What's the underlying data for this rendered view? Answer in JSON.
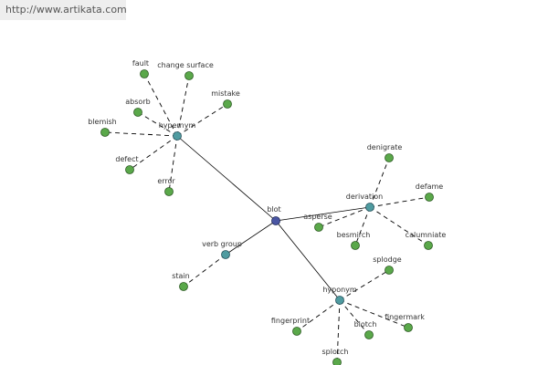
{
  "watermark": "http://www.artikata.com",
  "colors": {
    "leaf": "#5aa84a",
    "hub": "#4f9ba0",
    "center": "#4a56a3",
    "edge": "#000000",
    "watermark_bg": "#eeeeee"
  },
  "nodes": [
    {
      "id": "blot",
      "label": "blot",
      "kind": "center"
    },
    {
      "id": "hypernym",
      "label": "hypernym",
      "kind": "hub"
    },
    {
      "id": "derivation",
      "label": "derivation",
      "kind": "hub"
    },
    {
      "id": "verb_group",
      "label": "verb group",
      "kind": "hub"
    },
    {
      "id": "hyponym",
      "label": "hyponym",
      "kind": "hub"
    },
    {
      "id": "fault",
      "label": "fault",
      "kind": "leaf"
    },
    {
      "id": "change_surface",
      "label": "change surface",
      "kind": "leaf"
    },
    {
      "id": "absorb",
      "label": "absorb",
      "kind": "leaf"
    },
    {
      "id": "mistake",
      "label": "mistake",
      "kind": "leaf"
    },
    {
      "id": "blemish",
      "label": "blemish",
      "kind": "leaf"
    },
    {
      "id": "defect",
      "label": "defect",
      "kind": "leaf"
    },
    {
      "id": "error",
      "label": "error",
      "kind": "leaf"
    },
    {
      "id": "denigrate",
      "label": "denigrate",
      "kind": "leaf"
    },
    {
      "id": "defame",
      "label": "defame",
      "kind": "leaf"
    },
    {
      "id": "asperse",
      "label": "asperse",
      "kind": "leaf"
    },
    {
      "id": "besmirch",
      "label": "besmirch",
      "kind": "leaf"
    },
    {
      "id": "calumniate",
      "label": "calumniate",
      "kind": "leaf"
    },
    {
      "id": "stain",
      "label": "stain",
      "kind": "leaf"
    },
    {
      "id": "splodge",
      "label": "splodge",
      "kind": "leaf"
    },
    {
      "id": "fingerprint",
      "label": "fingerprint",
      "kind": "leaf"
    },
    {
      "id": "blotch",
      "label": "blotch",
      "kind": "leaf"
    },
    {
      "id": "fingermark",
      "label": "fingermark",
      "kind": "leaf"
    },
    {
      "id": "splotch",
      "label": "splotch",
      "kind": "leaf"
    }
  ],
  "edges": [
    {
      "from": "blot",
      "to": "hypernym",
      "style": "solid"
    },
    {
      "from": "blot",
      "to": "derivation",
      "style": "solid"
    },
    {
      "from": "blot",
      "to": "verb_group",
      "style": "solid"
    },
    {
      "from": "blot",
      "to": "hyponym",
      "style": "solid"
    },
    {
      "from": "hypernym",
      "to": "fault",
      "style": "dashed"
    },
    {
      "from": "hypernym",
      "to": "change_surface",
      "style": "dashed"
    },
    {
      "from": "hypernym",
      "to": "absorb",
      "style": "dashed"
    },
    {
      "from": "hypernym",
      "to": "mistake",
      "style": "dashed"
    },
    {
      "from": "hypernym",
      "to": "blemish",
      "style": "dashed"
    },
    {
      "from": "hypernym",
      "to": "defect",
      "style": "dashed"
    },
    {
      "from": "hypernym",
      "to": "error",
      "style": "dashed"
    },
    {
      "from": "derivation",
      "to": "denigrate",
      "style": "dashed"
    },
    {
      "from": "derivation",
      "to": "defame",
      "style": "dashed"
    },
    {
      "from": "derivation",
      "to": "asperse",
      "style": "dashed"
    },
    {
      "from": "derivation",
      "to": "besmirch",
      "style": "dashed"
    },
    {
      "from": "derivation",
      "to": "calumniate",
      "style": "dashed"
    },
    {
      "from": "verb_group",
      "to": "stain",
      "style": "dashed"
    },
    {
      "from": "hyponym",
      "to": "splodge",
      "style": "dashed"
    },
    {
      "from": "hyponym",
      "to": "fingerprint",
      "style": "dashed"
    },
    {
      "from": "hyponym",
      "to": "blotch",
      "style": "dashed"
    },
    {
      "from": "hyponym",
      "to": "fingermark",
      "style": "dashed"
    },
    {
      "from": "hyponym",
      "to": "splotch",
      "style": "dashed"
    }
  ]
}
